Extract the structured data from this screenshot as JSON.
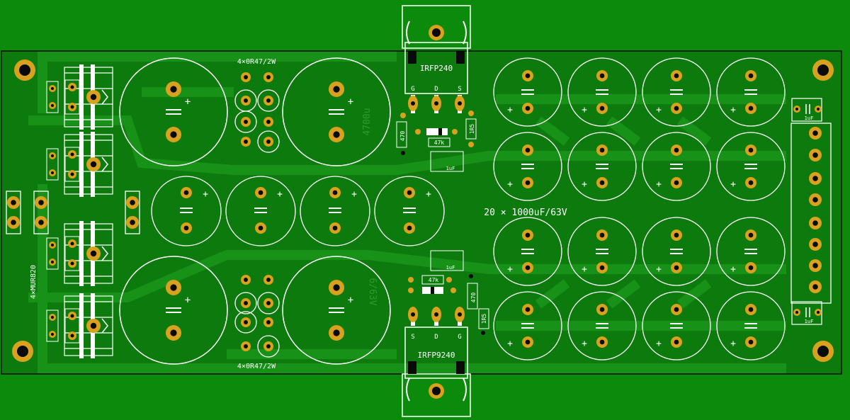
{
  "colors": {
    "background": "#0b8a0b",
    "board": "#0d7a0d",
    "copper_trace": "#1a8f1a",
    "pad_gold": "#d8a21e",
    "hole": "#0a0a0a",
    "silkscreen": "#ffffff"
  },
  "labels": {
    "resistor_array_top": "4×0R47/2W",
    "resistor_array_bottom": "4×0R47/2W",
    "diode_array": "4×MUR820",
    "capacitor_bank": "20 × 1000uF/63V",
    "big_cap_value_top": "4700u",
    "big_cap_value_bottom": "6/63V",
    "transistor_top": "IRFP240",
    "transistor_bottom": "IRFP9240",
    "pin_g": "G",
    "pin_d": "D",
    "pin_s": "S",
    "r_470_top": "470",
    "r_47k_top": "47k",
    "r_1r5_top": "1R5",
    "r_470_bottom": "470",
    "r_47k_bottom": "47k",
    "r_1r5_bottom": "1R5",
    "c_1uf": "1uF",
    "plus": "+"
  }
}
